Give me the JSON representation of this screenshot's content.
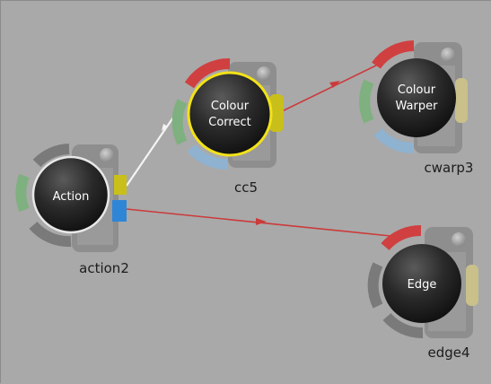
{
  "graph": {
    "nodes": {
      "action": {
        "name": "Action",
        "label": "action2"
      },
      "colour_correct": {
        "name_line1": "Colour",
        "name_line2": "Correct",
        "label": "cc5"
      },
      "colour_warper": {
        "name_line1": "Colour",
        "name_line2": "Warper",
        "label": "cwarp3"
      },
      "edge": {
        "name": "Edge",
        "label": "edge4"
      }
    }
  },
  "colors": {
    "background": "#a9a9a9",
    "socket_red": "#d04040",
    "socket_green": "#7fb07f",
    "socket_blue": "#8fb2d0",
    "socket_yellow": "#c9bf1a",
    "socket_output_blue": "#2f86d6",
    "selected_ring": "#f2e21a",
    "link_red": "#cc3a3a",
    "link_white": "#f4f4f4"
  }
}
